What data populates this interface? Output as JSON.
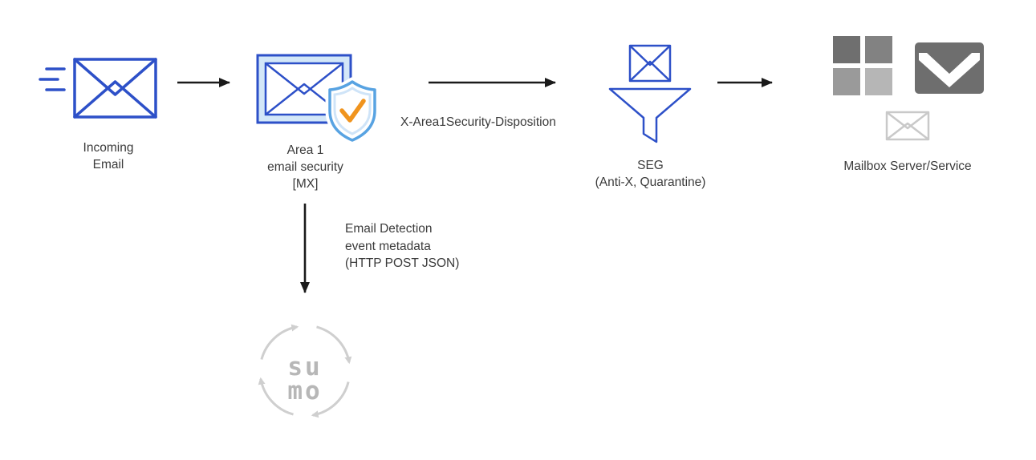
{
  "diagram": {
    "nodes": {
      "incoming": {
        "line1": "Incoming",
        "line2": "Email"
      },
      "area1": {
        "line1": "Area 1",
        "line2": "email security",
        "line3": "[MX]"
      },
      "seg": {
        "line1": "SEG",
        "line2": "(Anti-X, Quarantine)"
      },
      "mailbox": {
        "label": "Mailbox Server/Service"
      },
      "sumo": {
        "line1": "su",
        "line2": "mo"
      }
    },
    "edges": {
      "disposition_label": "X-Area1Security-Disposition",
      "metadata": {
        "line1": "Email Detection",
        "line2": "event metadata",
        "line3": "(HTTP POST JSON)"
      }
    },
    "icons": {
      "incoming_email": "envelope-speed-lines-icon",
      "area1": "envelope-shield-check-icon",
      "seg": "envelope-funnel-icon",
      "microsoft": "microsoft-logo-icon",
      "gmail": "gmail-icon",
      "generic_mail": "envelope-outline-icon",
      "sumo": "sumo-logic-logo-icon"
    },
    "colors": {
      "blue": "#2d50c8",
      "light_blue_fill": "#d3e7f8",
      "shield_blue": "#58a3e2",
      "check_orange": "#f0941e",
      "arrow_black": "#1a1a1a",
      "gray_dark": "#6f6f6f",
      "gray_light": "#c9c9c9",
      "sumo_gray": "#cfcfcf",
      "text": "#3b3b3b"
    }
  }
}
